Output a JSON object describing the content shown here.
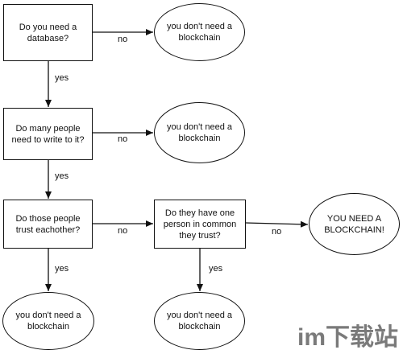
{
  "nodes": {
    "q1": "Do you need a\ndatabase?",
    "q2": "Do many people\nneed to write to it?",
    "q3": "Do those people\ntrust eachother?",
    "q4": "Do they have one\nperson in common\nthey trust?",
    "r1": "you don't need a\nblockchain",
    "r2": "you don't need a\nblockchain",
    "r3": "you don't need a\nblockchain",
    "r4": "you don't need a\nblockchain",
    "r5": "YOU NEED A\nBLOCKCHAIN!"
  },
  "edges": {
    "q1_no": "no",
    "q1_yes": "yes",
    "q2_no": "no",
    "q2_yes": "yes",
    "q3_no": "no",
    "q3_yes": "yes",
    "q4_no": "no",
    "q4_yes": "yes"
  },
  "watermark": "im下载站"
}
